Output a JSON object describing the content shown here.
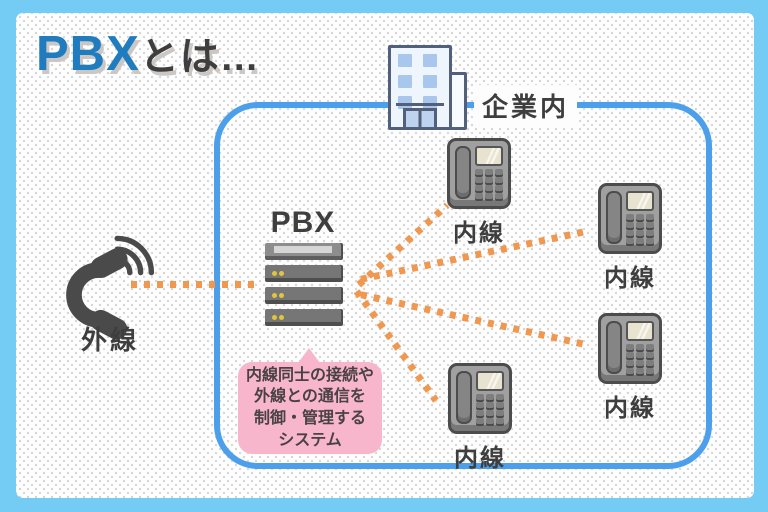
{
  "title": {
    "brand": "PBX",
    "suffix": "とは…"
  },
  "company": {
    "label": "企業内"
  },
  "pbx": {
    "label": "PBX"
  },
  "external": {
    "label": "外線"
  },
  "internal": {
    "label": "内線"
  },
  "callout": {
    "lines": [
      "内線同士の接続や",
      "外線との通信を",
      "制御・管理する",
      "システム"
    ]
  },
  "colors": {
    "outer_frame": "#74CBF3",
    "inner_border": "#4C9FEA",
    "connector_orange": "#F09850",
    "callout_pink": "#F8B6CC",
    "title_blue": "#1F7CBF",
    "text_dark": "#3E3E3E",
    "server_gray": "#767676",
    "led_yellow": "#E2C43E"
  }
}
